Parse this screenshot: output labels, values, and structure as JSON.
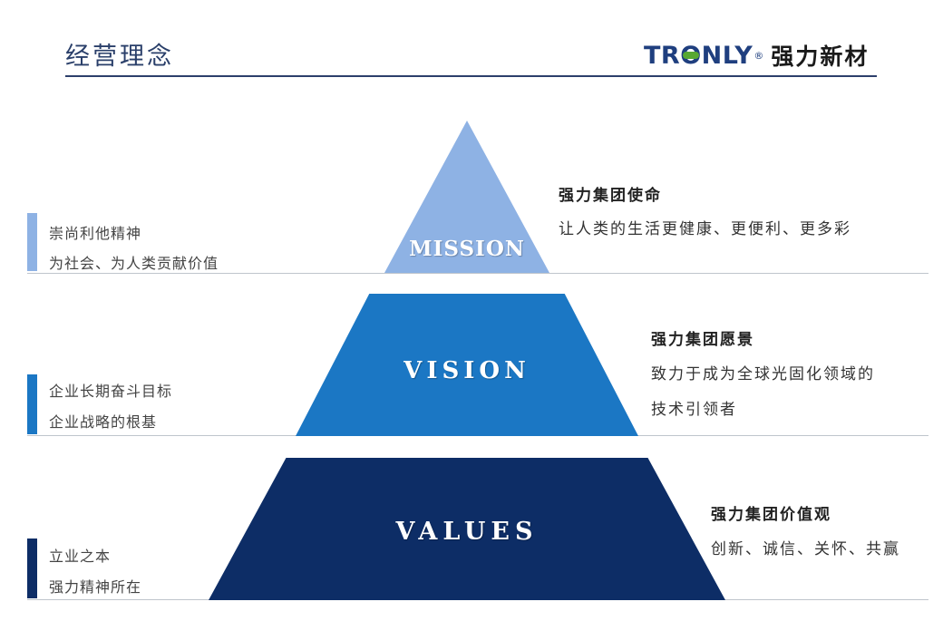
{
  "header": {
    "title": "经营理念",
    "logo": {
      "brand_prefix": "TR",
      "brand_o": "O",
      "brand_suffix": "NLY",
      "registered": "®",
      "brand_cn": "强力新材"
    }
  },
  "colors": {
    "mission": "#8eb2e4",
    "vision": "#1b77c4",
    "values": "#0d2d66",
    "logo_blue": "#1f3f7f",
    "logo_green": "#58a832"
  },
  "tiers": [
    {
      "label": "MISSION",
      "note": [
        "崇尚利他精神",
        "为社会、为人类贡献价值"
      ],
      "title": "强力集团使命",
      "description": [
        "让人类的生活更健康、更便利、更多彩"
      ]
    },
    {
      "label": "VISION",
      "note": [
        "企业长期奋斗目标",
        "企业战略的根基"
      ],
      "title": "强力集团愿景",
      "description": [
        "致力于成为全球光固化领域的",
        "技术引领者"
      ]
    },
    {
      "label": "VALUES",
      "note": [
        "立业之本",
        "强力精神所在"
      ],
      "title": "强力集团价值观",
      "description": [
        "创新、诚信、关怀、共赢"
      ]
    }
  ]
}
